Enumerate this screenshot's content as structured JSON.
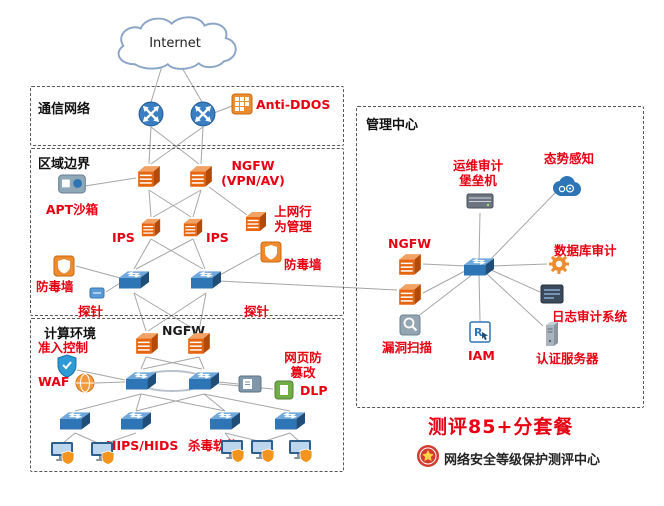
{
  "diagram": {
    "internet": "Internet",
    "zones": {
      "comm": "通信网络",
      "boundary": "区域边界",
      "compute": "计算环境",
      "mgmt": "管理中心"
    },
    "boundary_labels": {
      "anti_ddos": "Anti-DDOS",
      "ngfw_vpn": "NGFW (VPN/AV)",
      "apt": "APT沙箱",
      "ips_left": "IPS",
      "ips_right": "IPS",
      "behavior": "上网行为管理",
      "avwall_left": "防毒墙",
      "avwall_right": "防毒墙",
      "probe_left": "探针",
      "probe_right": "探针"
    },
    "compute_labels": {
      "ngfw": "NGFW",
      "admission": "准入控制",
      "waf": "WAF",
      "webpage": "网页防篡改",
      "dlp": "DLP",
      "hips": "HIPS/HIDS",
      "antivirus": "杀毒软件"
    },
    "mgmt_labels": {
      "bastion": "运维审计堡垒机",
      "situation": "态势感知",
      "ngfw": "NGFW",
      "db_audit": "数据库审计",
      "log_audit": "日志审计系统",
      "vuln_scan": "漏洞扫描",
      "iam": "IAM",
      "auth_server": "认证服务器"
    },
    "footer": {
      "package": "测评85+分套餐",
      "center_name": "网络安全等级保护测评中心"
    },
    "colors": {
      "label_red": "#e60012",
      "line_gray": "#a6a6a6"
    }
  }
}
